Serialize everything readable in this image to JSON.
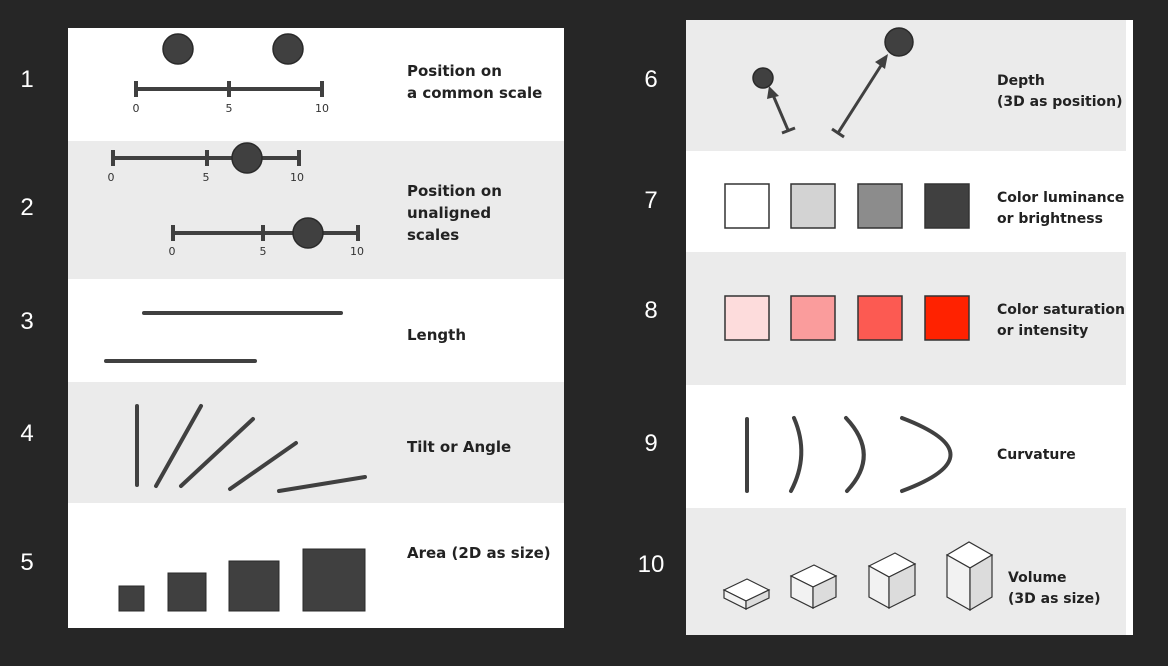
{
  "left_numbers": [
    "1",
    "2",
    "3",
    "4",
    "5"
  ],
  "right_numbers": [
    "6",
    "7",
    "8",
    "9",
    "10"
  ],
  "channels": {
    "position_common": "Position on\na common scale",
    "position_unaligned": "Position on\nunaligned\nscales",
    "length": "Length",
    "tilt": "Tilt or Angle",
    "area": "Area (2D as size)",
    "depth": "Depth\n(3D as position)",
    "luminance": "Color luminance\nor brightness",
    "saturation": "Color saturation\nor intensity",
    "curvature": "Curvature",
    "volume": "Volume\n(3D as size)"
  },
  "scale_ticks": [
    "0",
    "5",
    "10"
  ],
  "colors": {
    "mark": "#404040",
    "luminance": [
      "#ffffff",
      "#d3d3d3",
      "#8c8c8c",
      "#404040"
    ],
    "saturation": [
      "#fddcdc",
      "#fa9c9c",
      "#fc5a52",
      "#ff2200"
    ]
  },
  "values": {
    "position_common": [
      2.5,
      8.3
    ],
    "position_unaligned": [
      7.5,
      7.5
    ]
  }
}
